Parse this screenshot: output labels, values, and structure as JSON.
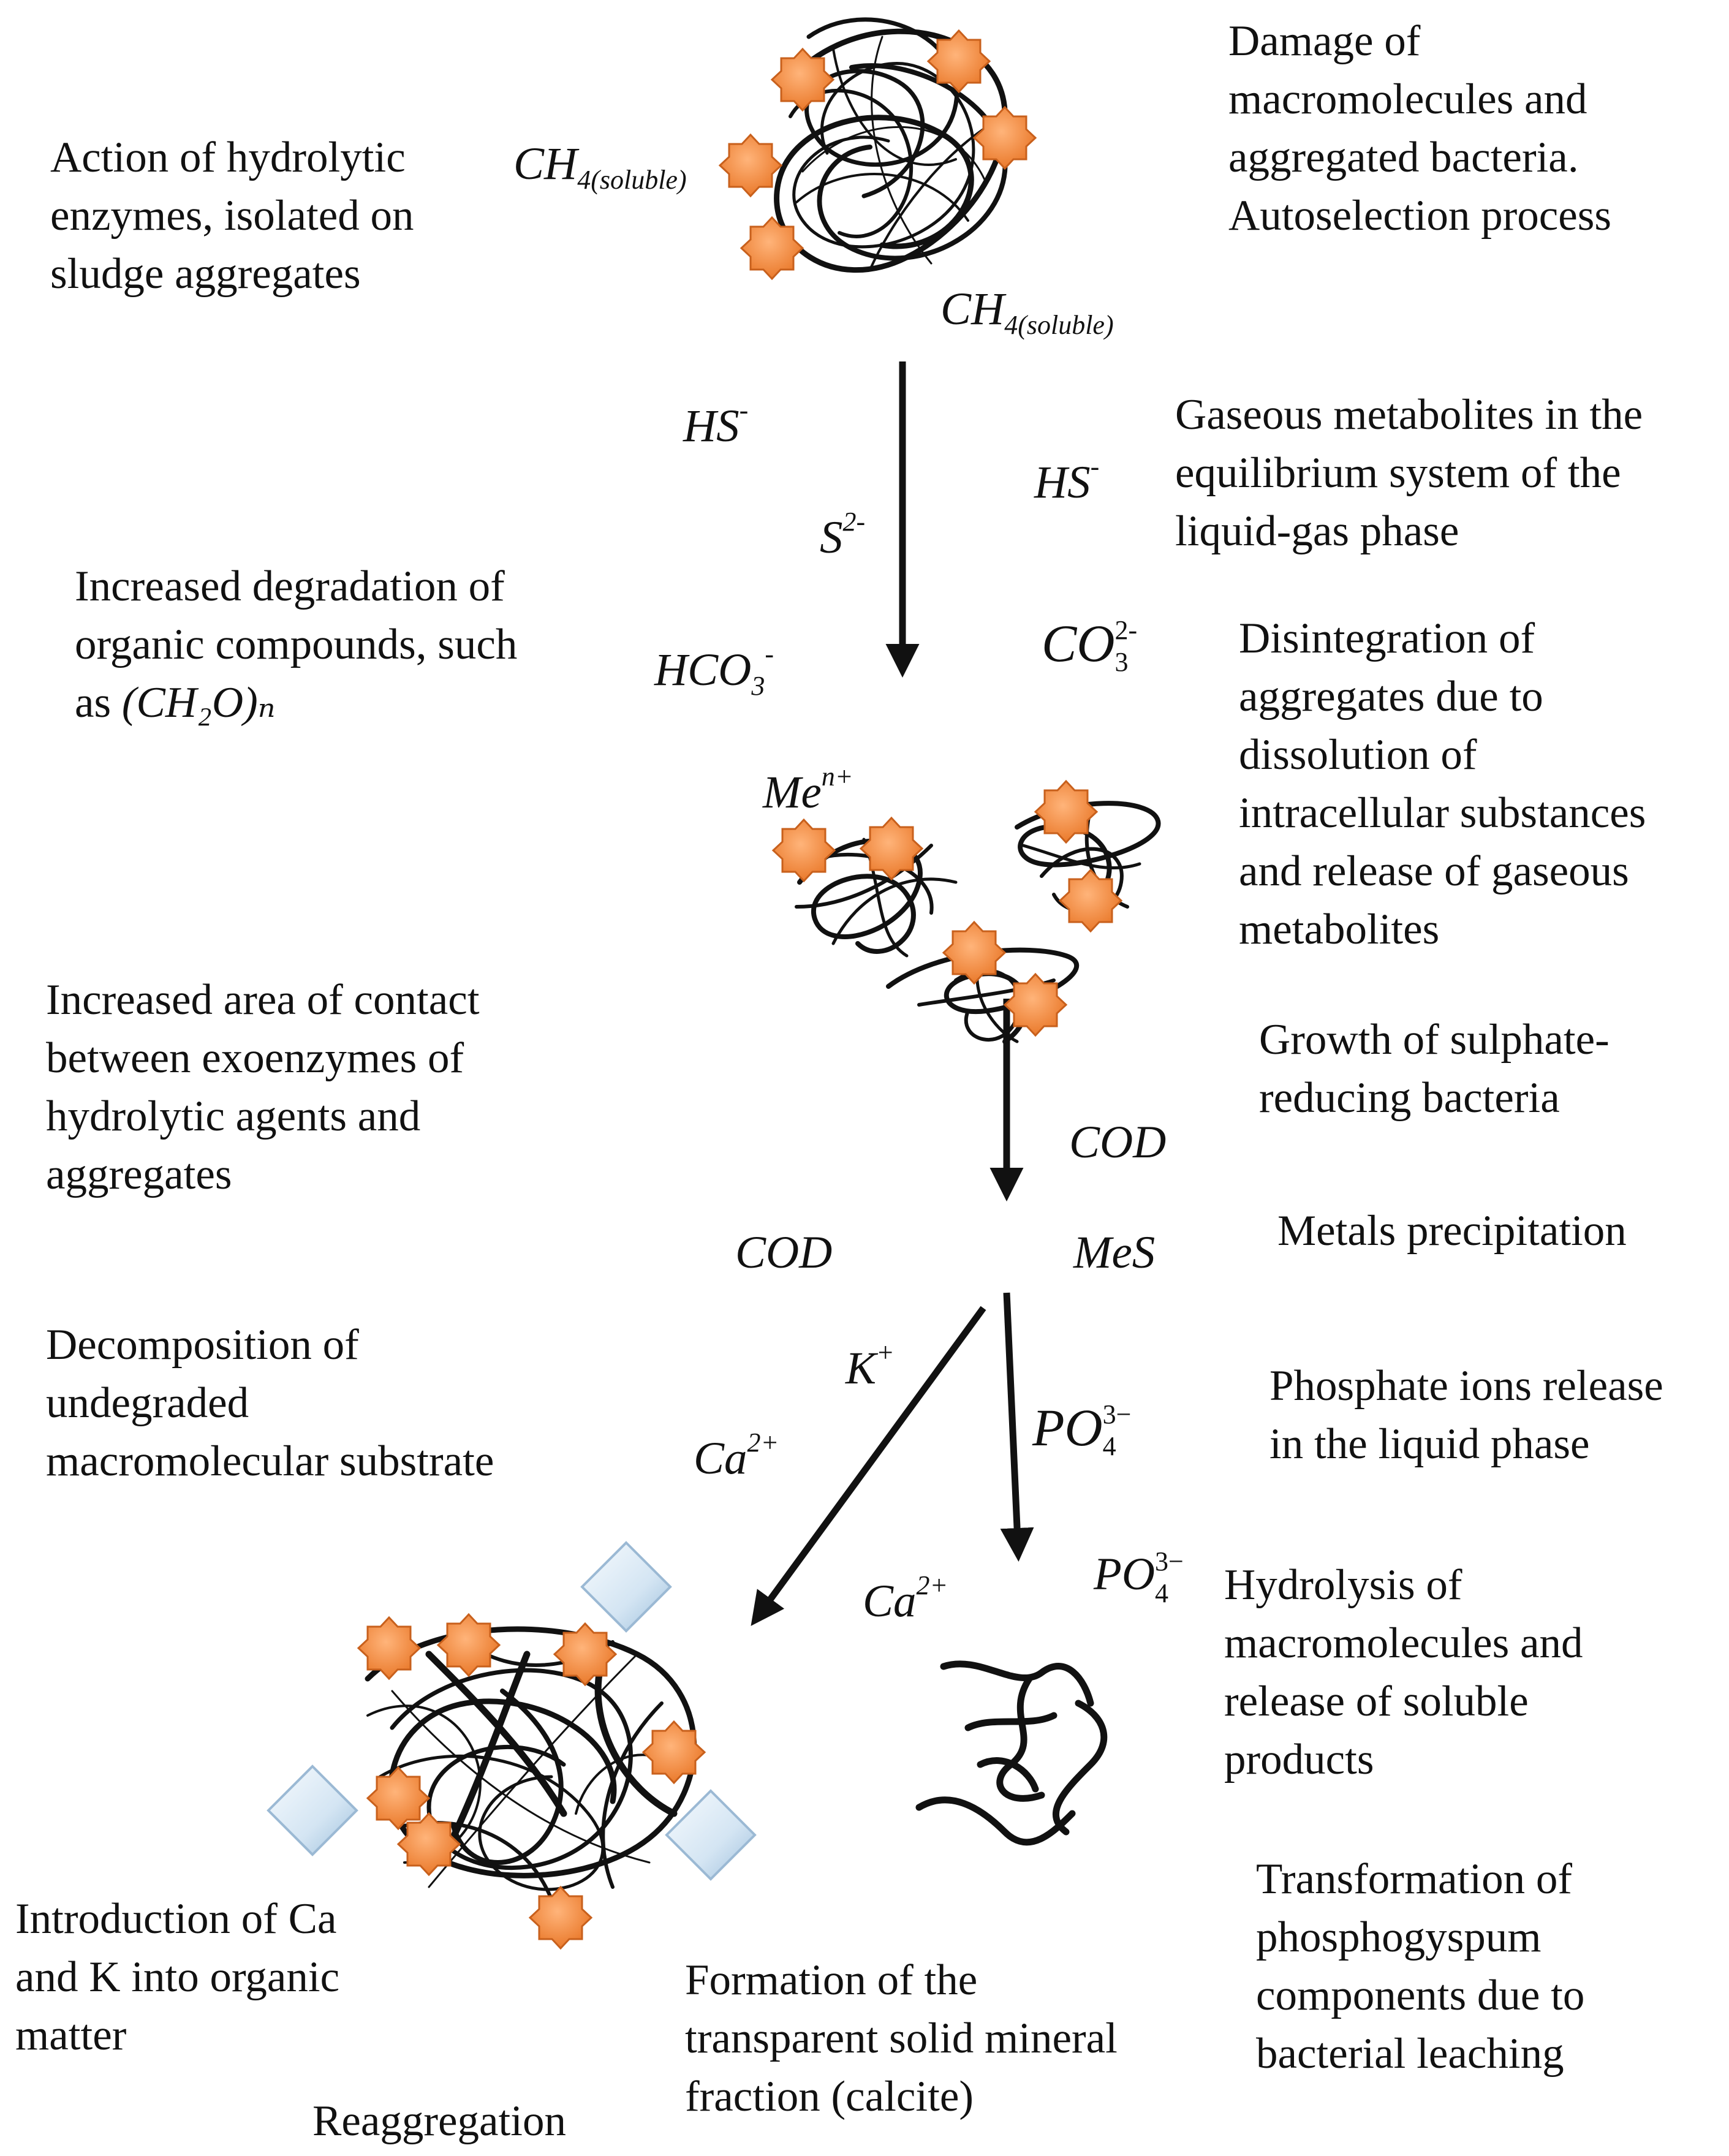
{
  "annotations": {
    "hydrolytic_enzymes": [
      "Action of hydrolytic",
      "enzymes, isolated on",
      "sludge aggregates"
    ],
    "damage_macromolecules": [
      "Damage of",
      "macromolecules and",
      "aggregated bacteria.",
      "Autoselection process"
    ],
    "gaseous_metabolites": [
      "Gaseous metabolites in the",
      "equilibrium system of the",
      "liquid-gas phase"
    ],
    "increased_degradation": [
      "Increased degradation of",
      "organic compounds, such"
    ],
    "increased_degradation_as": "as",
    "increased_degradation_formula": "(CH₂O)ₙ",
    "disintegration": [
      "Disintegration of",
      "aggregates due to",
      "dissolution of",
      "intracellular substances",
      "and release of gaseous",
      "metabolites"
    ],
    "increased_contact": [
      "Increased area of contact",
      "between exoenzymes of",
      "hydrolytic agents and",
      "aggregates"
    ],
    "growth_srb": [
      "Growth of sulphate-",
      "reducing bacteria"
    ],
    "metals_precipitation": [
      "Metals precipitation"
    ],
    "decomposition": [
      "Decomposition of",
      "undegraded",
      "macromolecular substrate"
    ],
    "phosphate_release": [
      "Phosphate ions release",
      "in the liquid phase"
    ],
    "hydrolysis": [
      "Hydrolysis of",
      "macromolecules and",
      "release of soluble",
      "products"
    ],
    "transformation": [
      "Transformation of",
      "phosphogyspum",
      "components due to",
      "bacterial leaching"
    ],
    "introduction_ca_k": [
      "Introduction of Ca",
      "and K into organic",
      "matter"
    ],
    "formation_calcite": [
      "Formation of the",
      "transparent solid mineral",
      "fraction (calcite)"
    ],
    "reaggregation": "Reaggregation"
  },
  "chemicals": {
    "ch4_left": {
      "base": "CH",
      "sub": "4(soluble)"
    },
    "ch4_right": {
      "base": "CH",
      "sub": "4(soluble)"
    },
    "hs_left": {
      "base": "HS",
      "sup": "-"
    },
    "hs_right": {
      "base": "HS",
      "sup": "-"
    },
    "s2": {
      "base": "S",
      "sup": "2-"
    },
    "hco3": {
      "base": "HCO",
      "sub": "3",
      "sup": "-"
    },
    "co3": {
      "base": "CO",
      "sub": "3",
      "sup": "2-"
    },
    "men": {
      "base": "Me",
      "sup": "n+"
    },
    "cod_right": "COD",
    "cod_left": "COD",
    "mes": "MeS",
    "k": {
      "base": "K",
      "sup": "+"
    },
    "ca_left": {
      "base": "Ca",
      "sup": "2+"
    },
    "po4_mid": {
      "base": "PO",
      "sub": "4",
      "sup": "3−"
    },
    "ca_bottom": {
      "base": "Ca",
      "sup": "2+"
    },
    "po4_bottom": {
      "base": "PO",
      "sub": "4",
      "sup": "3−"
    }
  },
  "colors": {
    "enzyme": "#f0883a",
    "enzyme_stroke": "#c85f1a",
    "crystal_light": "#eef5fb",
    "crystal_dark": "#a9c8e2",
    "line": "#111111"
  }
}
